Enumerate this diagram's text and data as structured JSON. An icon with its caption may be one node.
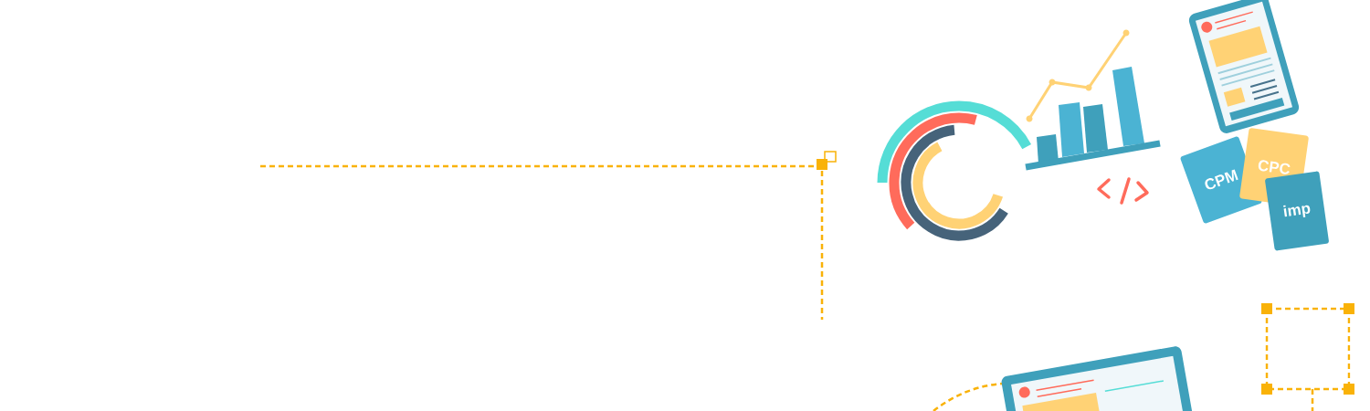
{
  "diagram": {
    "nodes": [
      {
        "text": [
          "CPM"
        ]
      },
      {
        "text": [
          "CPC"
        ]
      },
      {
        "text": [
          "imp"
        ]
      }
    ]
  }
}
